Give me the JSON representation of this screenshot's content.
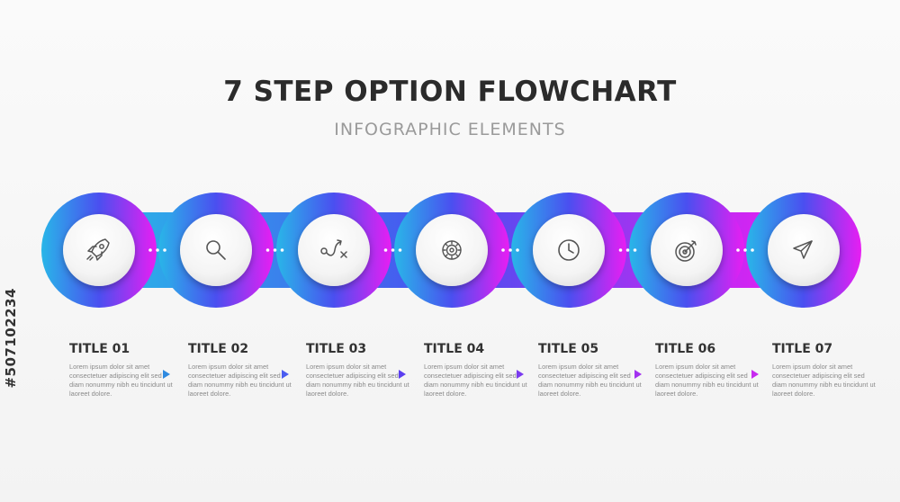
{
  "header": {
    "title": "7 STEP OPTION FLOWCHART",
    "subtitle": "INFOGRAPHIC ELEMENTS"
  },
  "colors": {
    "gradient_start": "#29b6e8",
    "gradient_mid": "#4a4ff0",
    "gradient_end": "#e81ef2",
    "arrow_1": "#2f8ae0",
    "arrow_2": "#4a5cf0",
    "arrow_3": "#5b3ef0",
    "arrow_4": "#7a3af0",
    "arrow_5": "#a231f0",
    "arrow_6": "#c82af0"
  },
  "steps": [
    {
      "title": "TITLE 01",
      "icon": "rocket-icon",
      "text": "Lorem ipsum dolor sit amet consectetuer adipiscing elit sed diam nonummy nibh eu tincidunt ut laoreet dolore."
    },
    {
      "title": "TITLE 02",
      "icon": "magnifier-icon",
      "text": "Lorem ipsum dolor sit amet consectetuer adipiscing elit sed diam nonummy nibh eu tincidunt ut laoreet dolore."
    },
    {
      "title": "TITLE 03",
      "icon": "strategy-icon",
      "text": "Lorem ipsum dolor sit amet consectetuer adipiscing elit sed diam nonummy nibh eu tincidunt ut laoreet dolore."
    },
    {
      "title": "TITLE 04",
      "icon": "gear-icon",
      "text": "Lorem ipsum dolor sit amet consectetuer adipiscing elit sed diam nonummy nibh eu tincidunt ut laoreet dolore."
    },
    {
      "title": "TITLE 05",
      "icon": "clock-icon",
      "text": "Lorem ipsum dolor sit amet consectetuer adipiscing elit sed diam nonummy nibh eu tincidunt ut laoreet dolore."
    },
    {
      "title": "TITLE 06",
      "icon": "target-icon",
      "text": "Lorem ipsum dolor sit amet consectetuer adipiscing elit sed diam nonummy nibh eu tincidunt ut laoreet dolore."
    },
    {
      "title": "TITLE 07",
      "icon": "paper-plane-icon",
      "text": "Lorem ipsum dolor sit amet consectetuer adipiscing elit sed diam nonummy nibh eu tincidunt ut laoreet dolore."
    }
  ],
  "watermark": "#507102234"
}
